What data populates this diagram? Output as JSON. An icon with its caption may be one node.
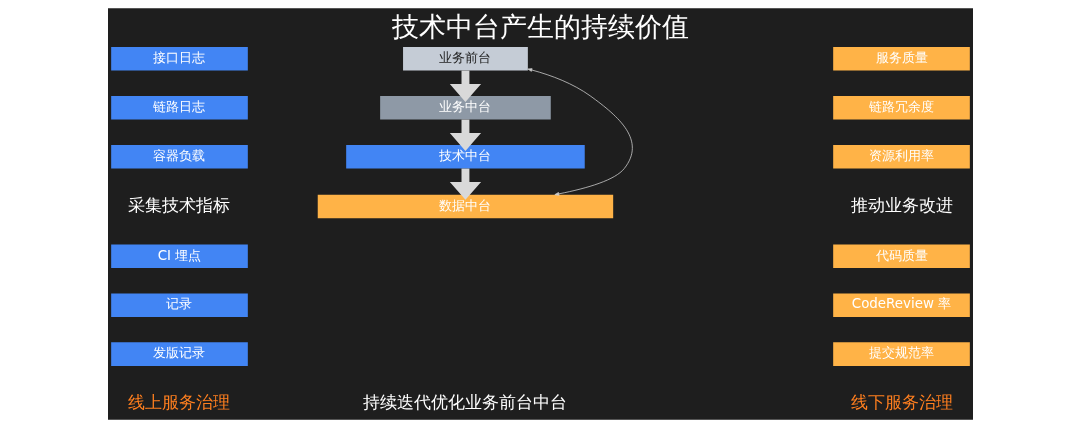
{
  "diagram": {
    "title": "技术中台产生的持续价值",
    "nodes": [
      {
        "text": [
          "接口日志"
        ]
      },
      {
        "text": [
          "链路日志"
        ]
      },
      {
        "text": [
          "容器负载"
        ]
      },
      {
        "text": [
          "CI 埋点"
        ]
      },
      {
        "text": [
          "记录"
        ]
      },
      {
        "text": [
          "发版记录"
        ]
      },
      {
        "text": [
          "业务前台"
        ]
      },
      {
        "text": [
          "业务中台"
        ]
      },
      {
        "text": [
          "技术中台"
        ]
      },
      {
        "text": [
          "数据中台"
        ]
      },
      {
        "text": [
          "服务质量"
        ]
      },
      {
        "text": [
          "链路冗余度"
        ]
      },
      {
        "text": [
          "资源利用率"
        ]
      },
      {
        "text": [
          "代码质量"
        ]
      },
      {
        "text": [
          "CodeReview 率"
        ]
      },
      {
        "text": [
          "提交规范率"
        ]
      }
    ],
    "edges": [
      {
        "from": 6,
        "to": 7,
        "arrow": "to"
      },
      {
        "from": 7,
        "to": 8,
        "arrow": "to"
      },
      {
        "from": 8,
        "to": 9,
        "arrow": "to"
      },
      {
        "from": 9,
        "to": 6,
        "arrow": "both"
      }
    ],
    "labels": [
      "采集技术指标",
      "推动业务改进",
      "线上服务治理",
      "持续迭代优化业务前台中台",
      "线下服务治理"
    ]
  }
}
